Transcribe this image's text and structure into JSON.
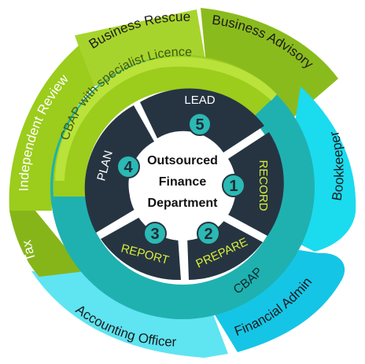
{
  "center": {
    "lines": [
      "Outsourced",
      "Finance",
      "Department"
    ]
  },
  "inner_ring": [
    {
      "label": "LEAD",
      "number": "5"
    },
    {
      "label": "RECORD",
      "number": "1"
    },
    {
      "label": "PREPARE",
      "number": "2"
    },
    {
      "label": "REPORT",
      "number": "3"
    },
    {
      "label": "PLAN",
      "number": "4"
    }
  ],
  "middle_ring": [
    {
      "label": "CBAP with specialist Licence"
    },
    {
      "label": "CBAP"
    }
  ],
  "outer_ring": [
    {
      "label": "Business Rescue"
    },
    {
      "label": "Business Advisory"
    },
    {
      "label": "Bookkeeper"
    },
    {
      "label": "Financial Admin"
    },
    {
      "label": "Accounting Officer"
    },
    {
      "label": "Tax"
    },
    {
      "label": "Independent Review"
    }
  ],
  "colors": {
    "inner_dark": "#263442",
    "lime": "#9ccc1c",
    "lime_light": "#b9e23a",
    "lime_dark": "#86b51a",
    "teal": "#1fb1b0",
    "teal_dark": "#179a9a",
    "aqua": "#27d6e8",
    "aqua_light": "#5ee5f2",
    "number_circle": "#2bb9b3",
    "inner_label_white": "#ffffff",
    "inner_label_yellow": "#d8ef3a"
  }
}
